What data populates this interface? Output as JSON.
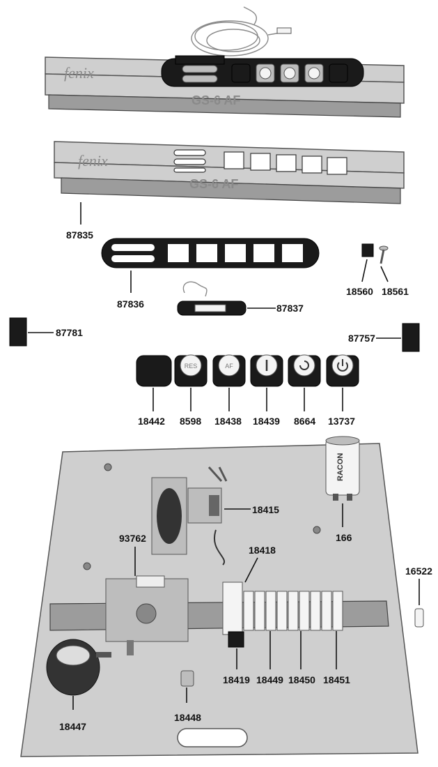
{
  "panel_top": {
    "brand": "fenix",
    "model": "GS-6 AF"
  },
  "panel_bottom": {
    "brand": "fenix",
    "model": "GS-6 AF"
  },
  "capacitor_text": "RACON",
  "button_caps": {
    "b8598": "RES",
    "b18438": "AF"
  },
  "part_labels": {
    "p87835": "87835",
    "p87836": "87836",
    "p87837": "87837",
    "p18560": "18560",
    "p18561": "18561",
    "p87781": "87781",
    "p87757": "87757",
    "p18442": "18442",
    "p8598": "8598",
    "p18438": "18438",
    "p18439": "18439",
    "p8664": "8664",
    "p13737": "13737",
    "p18415": "18415",
    "p166": "166",
    "p93762": "93762",
    "p18418": "18418",
    "p16522": "16522",
    "p18419": "18419",
    "p18449": "18449",
    "p18450": "18450",
    "p18451": "18451",
    "p18448": "18448",
    "p18447": "18447"
  }
}
